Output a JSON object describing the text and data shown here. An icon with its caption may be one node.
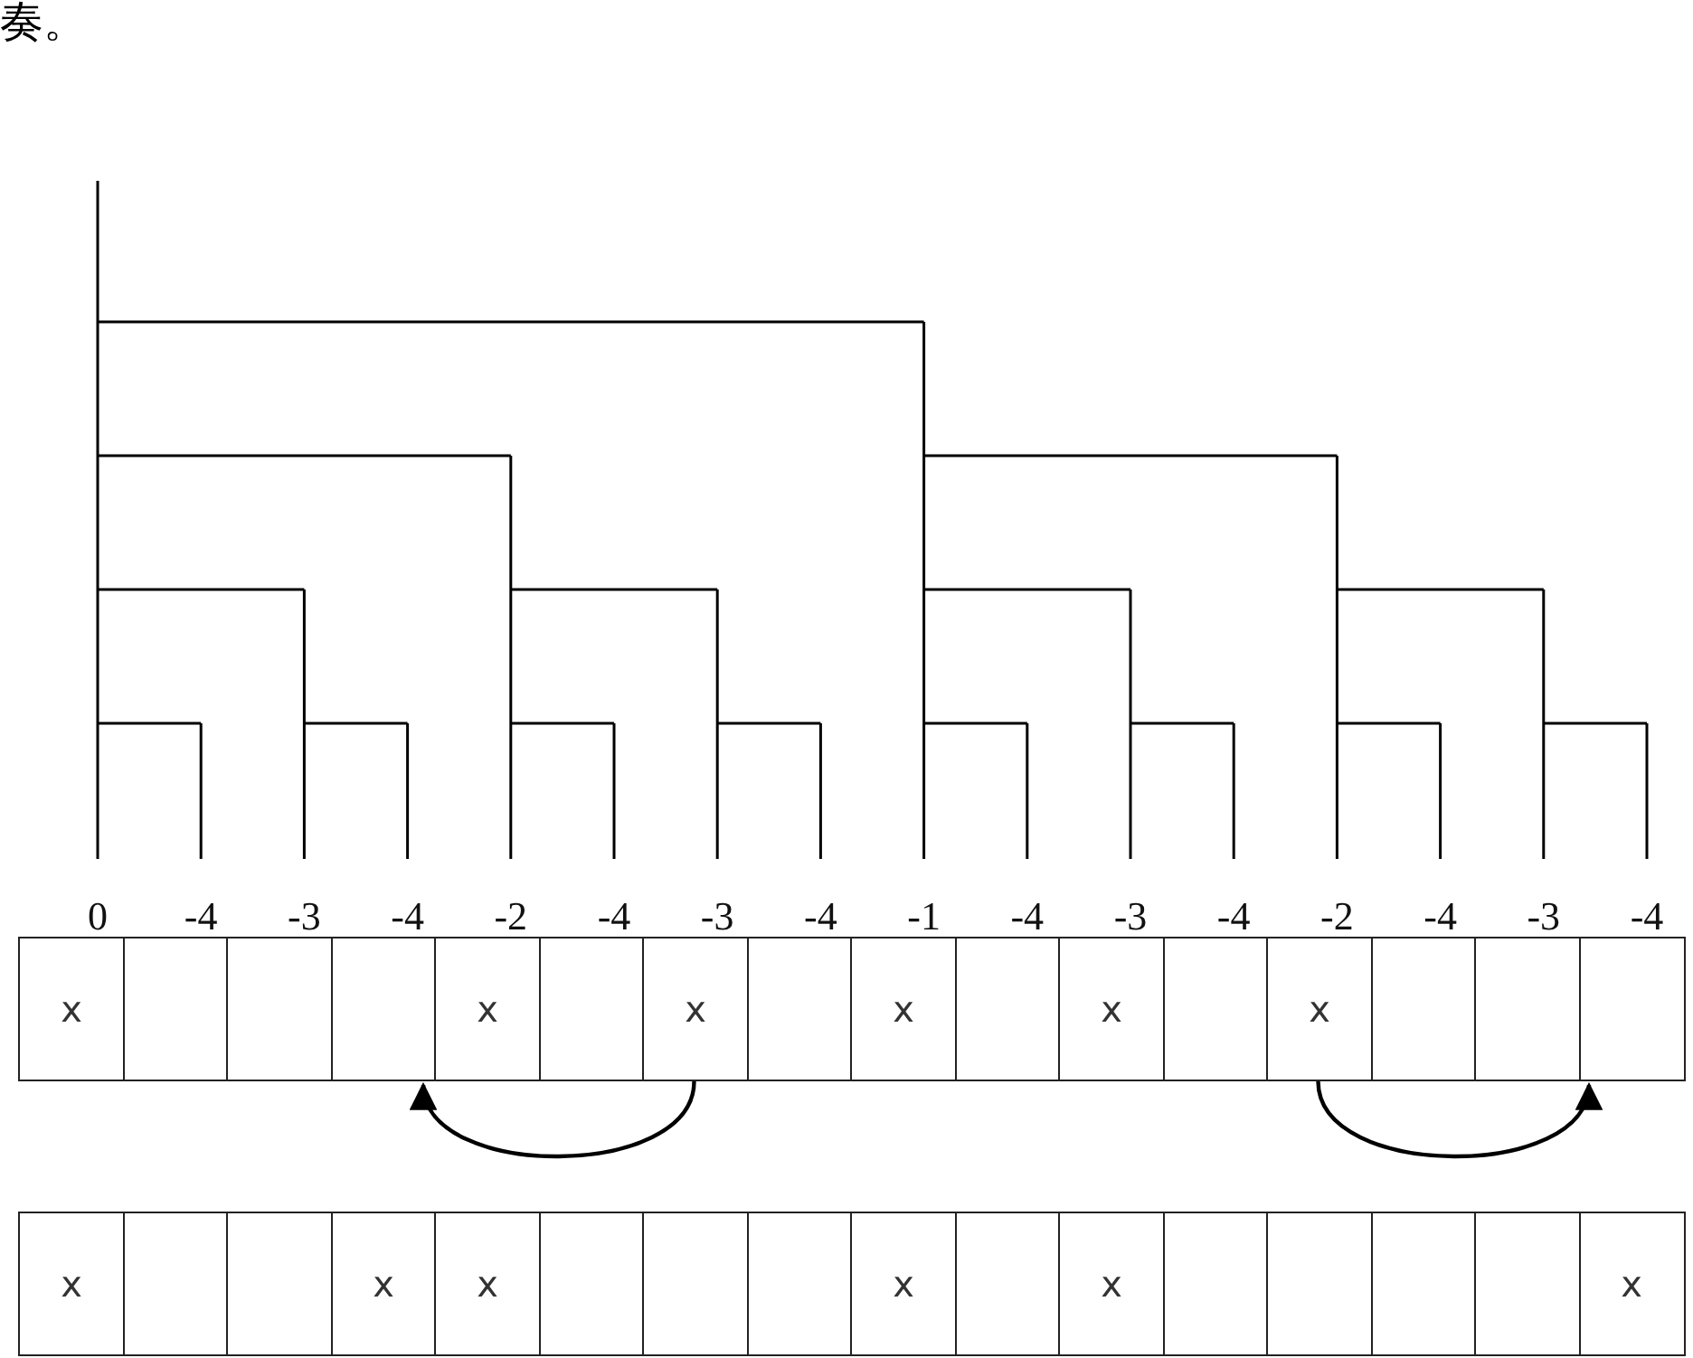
{
  "diagram": {
    "nodes": [
      {
        "text": [
          "x"
        ]
      },
      {
        "text": [],
        "shape": "box"
      },
      {
        "text": [],
        "shape": "box"
      },
      {
        "text": [],
        "shape": "box"
      },
      {
        "text": [
          "x"
        ]
      },
      {
        "text": [],
        "shape": "box"
      },
      {
        "text": [
          "x"
        ]
      },
      {
        "text": [],
        "shape": "box"
      },
      {
        "text": [
          "x"
        ]
      },
      {
        "text": [],
        "shape": "box"
      },
      {
        "text": [
          "x"
        ]
      },
      {
        "text": [],
        "shape": "box"
      },
      {
        "text": [
          "x"
        ]
      },
      {
        "text": [],
        "shape": "box"
      },
      {
        "text": [],
        "shape": "box"
      },
      {
        "text": [],
        "shape": "box"
      },
      {
        "text": [
          "x"
        ]
      },
      {
        "text": [],
        "shape": "box"
      },
      {
        "text": [],
        "shape": "box"
      },
      {
        "text": [
          "x"
        ]
      },
      {
        "text": [
          "x"
        ]
      },
      {
        "text": [],
        "shape": "box"
      },
      {
        "text": [],
        "shape": "box"
      },
      {
        "text": [],
        "shape": "box"
      },
      {
        "text": [
          "x"
        ]
      },
      {
        "text": [],
        "shape": "box"
      },
      {
        "text": [
          "x"
        ]
      },
      {
        "text": [],
        "shape": "box"
      },
      {
        "text": [],
        "shape": "box"
      },
      {
        "text": [],
        "shape": "box"
      },
      {
        "text": [],
        "shape": "box"
      },
      {
        "text": [
          "x"
        ]
      }
    ],
    "edges": [
      {
        "from": 6,
        "to": 3,
        "arrow": "to"
      },
      {
        "from": 12,
        "to": 15,
        "arrow": "to"
      }
    ],
    "labels": [
      "奏。",
      "0",
      "-4",
      "-3",
      "-4",
      "-2",
      "-4",
      "-3",
      "-4",
      "-1",
      "-4",
      "-3",
      "-4",
      "-2",
      "-4",
      "-3",
      "-4"
    ]
  }
}
